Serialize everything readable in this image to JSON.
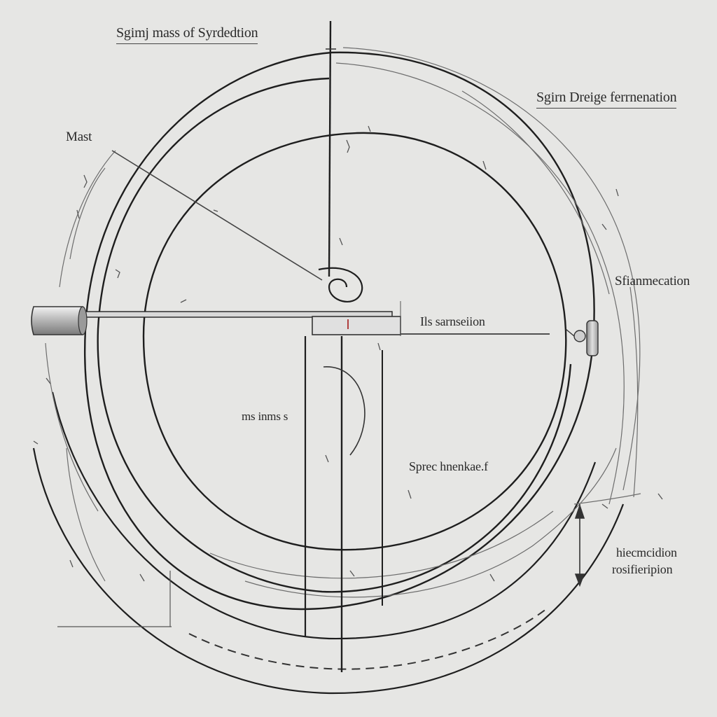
{
  "labels": {
    "title": "Sgimj mass of Syrdedtion",
    "right_title": "Sgirn Dreige ferrnenation",
    "mast": "Mast",
    "right_mid": "Sfianmecation",
    "center": "Ils sarnseiion",
    "left_mid": "ms inms s",
    "lower": "Sprec hnenkae.f",
    "bottom_right_1": "hiecmcidion",
    "bottom_right_2": "rosifieripion"
  },
  "colors": {
    "background": "#e6e6e4",
    "line": "#1e1e1e",
    "sketch": "#6d6d6d",
    "accent_red": "#b04040"
  }
}
